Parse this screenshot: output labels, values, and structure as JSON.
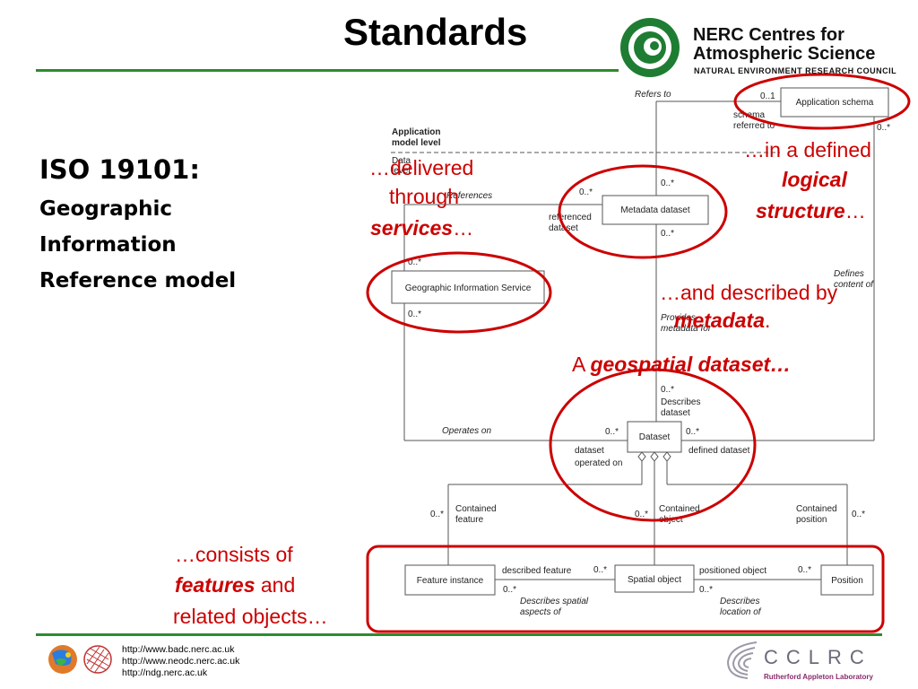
{
  "slide": {
    "title": "Standards",
    "logo": {
      "line1": "NERC Centres for",
      "line2": "Atmospheric Science",
      "line3": "NATURAL ENVIRONMENT RESEARCH COUNCIL"
    },
    "iso": {
      "heading": "ISO 19101:",
      "line1": "Geographic",
      "line2": "Information",
      "line3": "Reference model"
    },
    "callouts": {
      "delivered_1": "…delivered",
      "delivered_2": "through",
      "delivered_3": "services",
      "delivered_4": "…",
      "logical_1": "…in a defined",
      "logical_2": "logical",
      "logical_3": "structure",
      "logical_4": "…",
      "metadata_1": "…and described by",
      "metadata_2": "metadata",
      "metadata_3": ".",
      "geo_1": "A ",
      "geo_2": "geospatial dataset…",
      "features_1": "…consists of",
      "features_2": "features",
      "features_3": " and",
      "features_4": "related objects…"
    },
    "urls": [
      "http://www.badc.nerc.ac.uk",
      "http://www.neodc.nerc.ac.uk",
      "http://ndg.nerc.ac.uk"
    ],
    "footer_logo": {
      "name": "CCLRC",
      "sub": "Rutherford Appleton Laboratory"
    },
    "colors": {
      "accent_green": "#2e8b2e",
      "highlight_red": "#cc0000"
    }
  },
  "uml": {
    "boxes": {
      "application_schema": "Application schema",
      "metadata_dataset": "Metadata dataset",
      "gis": "Geographic Information Service",
      "dataset": "Dataset",
      "feature_instance": "Feature instance",
      "spatial_object": "Spatial object",
      "position": "Position"
    },
    "labels": {
      "app_level_1": "Application",
      "app_level_2": "model level",
      "data_level_1": "Data",
      "data_level_2": "level",
      "refers_to": "Refers to",
      "schema_ref_1": "schema",
      "schema_ref_2": "referred to",
      "mult_01": "0..1",
      "mult_0n": "0..*",
      "references": "References",
      "referenced_1": "referenced",
      "referenced_2": "dataset",
      "defines_1": "Defines",
      "defines_2": "content of",
      "provides_1": "Provides",
      "provides_2": "metadata for",
      "describes_1": "Describes",
      "describes_2": "dataset",
      "operates_on": "Operates on",
      "dataset_op_1": "dataset",
      "dataset_op_2": "operated on",
      "defined_dataset": "defined dataset",
      "contained_feature_1": "Contained",
      "contained_feature_2": "feature",
      "contained_object_1": "Contained",
      "contained_object_2": "object",
      "contained_position_1": "Contained",
      "contained_position_2": "position",
      "described_feature": "described feature",
      "positioned_object": "positioned object",
      "desc_spatial_1": "Describes spatial",
      "desc_spatial_2": "aspects of",
      "desc_location_1": "Describes",
      "desc_location_2": "location of"
    }
  }
}
